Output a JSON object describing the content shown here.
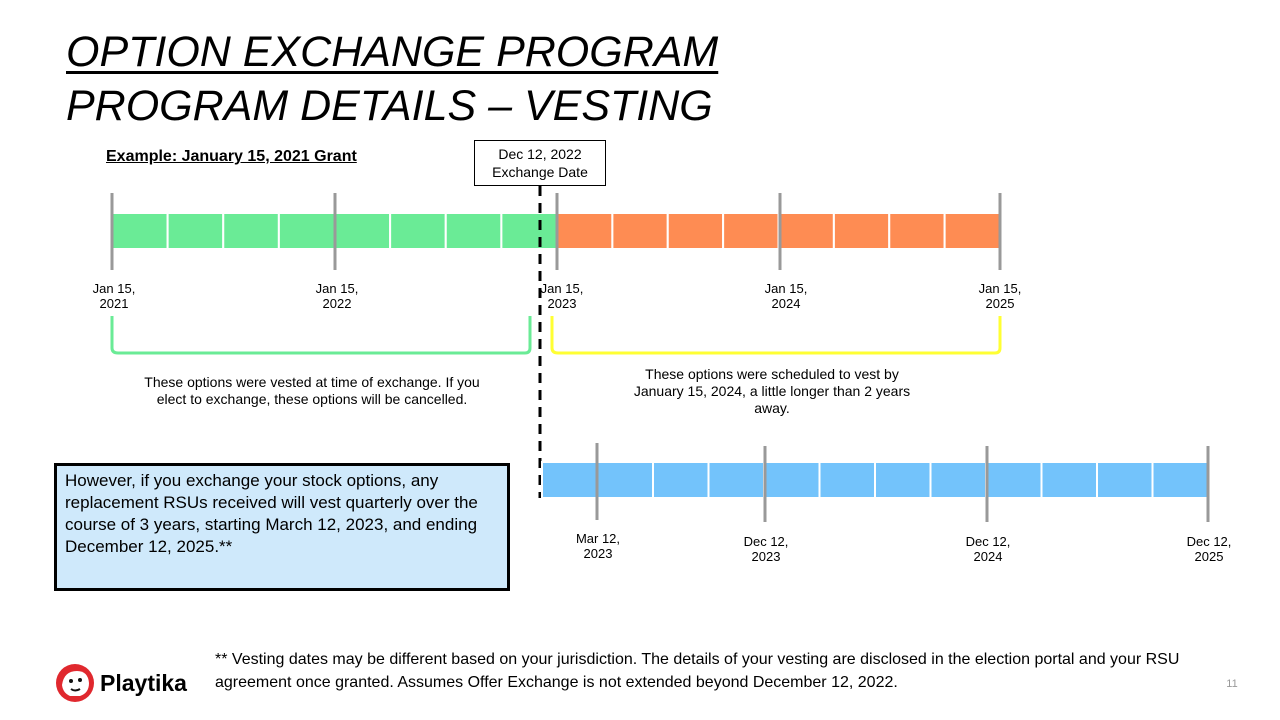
{
  "title_line1": "OPTION EXCHANGE PROGRAM",
  "title_line2": "PROGRAM DETAILS – VESTING",
  "example_label": "Example: January 15, 2021 Grant",
  "exchange_box": {
    "line1": "Dec 12, 2022",
    "line2": "Exchange Date"
  },
  "top_timeline": {
    "ticks": [
      {
        "line1": "Jan 15,",
        "line2": "2021"
      },
      {
        "line1": "Jan 15,",
        "line2": "2022"
      },
      {
        "line1": "Jan 15,",
        "line2": "2023"
      },
      {
        "line1": "Jan 15,",
        "line2": "2024"
      },
      {
        "line1": "Jan 15,",
        "line2": "2025"
      }
    ],
    "vested_segments": 8,
    "unvested_segments": 8,
    "vested_color": "#6aeb96",
    "unvested_color": "#fe8c53"
  },
  "bracket_colors": {
    "vested": "#6aeb96",
    "unvested": "#ffff33"
  },
  "note_vested": "These options were vested at time of exchange. If you elect to exchange, these options will be cancelled.",
  "note_unvested": "These options were scheduled to vest by January 15, 2024, a little longer than 2 years away.",
  "rsu_box_text": "However, if you exchange your stock options, any replacement RSUs received will vest quarterly over the course of 3 years, starting March 12, 2023, and ending December 12, 2025.**",
  "bottom_timeline": {
    "ticks": [
      {
        "line1": "Mar 12,",
        "line2": "2023"
      },
      {
        "line1": "Dec 12,",
        "line2": "2023"
      },
      {
        "line1": "Dec 12,",
        "line2": "2024"
      },
      {
        "line1": "Dec 12,",
        "line2": "2025"
      }
    ],
    "segments": 12,
    "color": "#73c3fb"
  },
  "footnote": "** Vesting dates may be different based on your jurisdiction.  The details of your vesting are disclosed in the election portal and your RSU agreement once granted. Assumes Offer Exchange is not extended beyond December 12, 2022.",
  "logo_text": "Playtika",
  "page_number": "11"
}
